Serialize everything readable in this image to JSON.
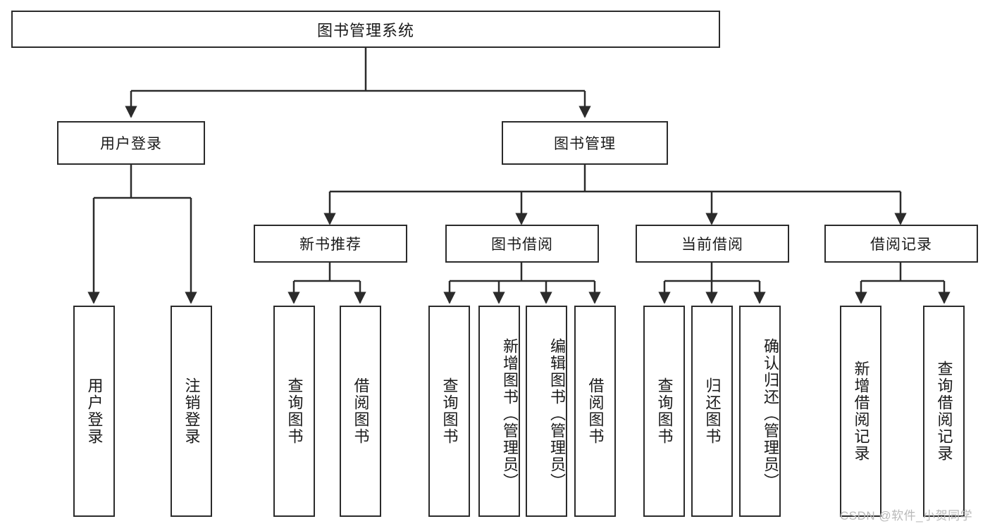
{
  "diagram": {
    "title": "图书管理系统",
    "type": "tree-hierarchy",
    "colors": {
      "box_border": "#2b2b2b",
      "box_fill": "#ffffff",
      "connector": "#2b2b2b",
      "text": "#1a1a1a",
      "watermark": "#b9b9b9"
    },
    "root": {
      "label": "图书管理系统"
    },
    "level2": [
      {
        "label": "用户登录"
      },
      {
        "label": "图书管理"
      }
    ],
    "level3": [
      {
        "label": "新书推荐"
      },
      {
        "label": "图书借阅"
      },
      {
        "label": "当前借阅"
      },
      {
        "label": "借阅记录"
      }
    ],
    "leaves": {
      "user_login": [
        {
          "label": "用户登录"
        },
        {
          "label": "注销登录"
        }
      ],
      "new_book_recommend": [
        {
          "label": "查询图书"
        },
        {
          "label": "借阅图书"
        }
      ],
      "book_borrow": [
        {
          "label": "查询图书"
        },
        {
          "label": "新增图书（管理员）"
        },
        {
          "label": "编辑图书（管理员）"
        },
        {
          "label": "借阅图书"
        }
      ],
      "current_borrow": [
        {
          "label": "查询图书"
        },
        {
          "label": "归还图书"
        },
        {
          "label": "确认归还（管理员）"
        }
      ],
      "borrow_record": [
        {
          "label": "新增借阅记录"
        },
        {
          "label": "查询借阅记录"
        }
      ]
    }
  },
  "watermark": {
    "text": "CSDN @软件_小贺同学"
  }
}
